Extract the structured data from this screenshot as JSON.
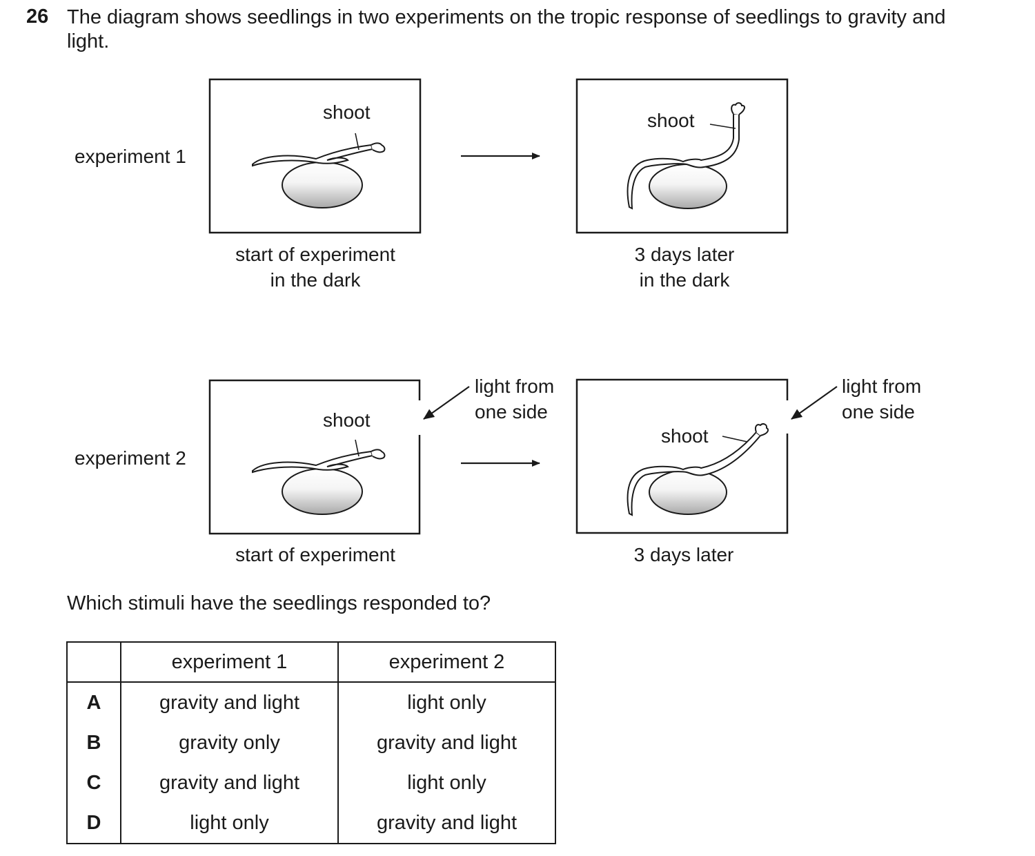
{
  "question": {
    "number": "26",
    "text": "The diagram shows seedlings in two experiments on the tropic response of seedlings to gravity and light."
  },
  "diagram": {
    "experiment1": {
      "label": "experiment 1",
      "start_caption_line1": "start of experiment",
      "start_caption_line2": "in the dark",
      "later_caption_line1": "3 days later",
      "later_caption_line2": "in the dark"
    },
    "experiment2": {
      "label": "experiment 2",
      "start_caption": "start of experiment",
      "later_caption": "3 days later",
      "light_label_line1": "light from",
      "light_label_line2": "one side"
    },
    "shoot_label": "shoot"
  },
  "prompt": "Which stimuli have the seedlings responded to?",
  "table": {
    "headers": [
      "",
      "experiment 1",
      "experiment 2"
    ],
    "rows": [
      {
        "letter": "A",
        "exp1": "gravity and light",
        "exp2": "light only"
      },
      {
        "letter": "B",
        "exp1": "gravity only",
        "exp2": "gravity and light"
      },
      {
        "letter": "C",
        "exp1": "gravity and light",
        "exp2": "light only"
      },
      {
        "letter": "D",
        "exp1": "light only",
        "exp2": "gravity and light"
      }
    ]
  }
}
